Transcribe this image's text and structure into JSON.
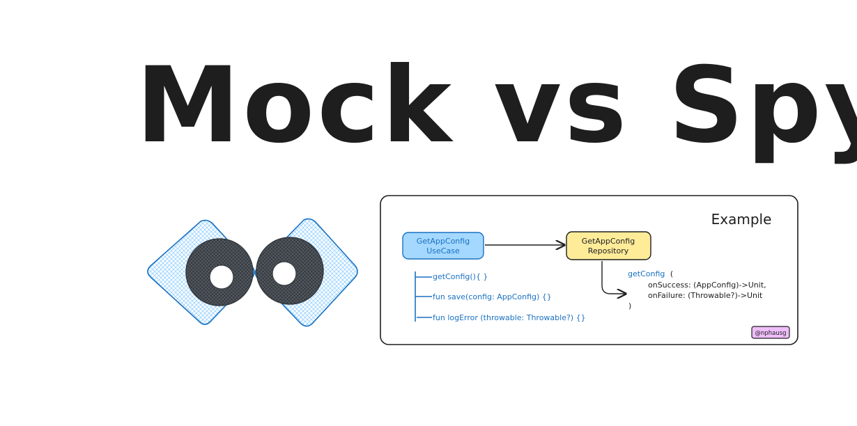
{
  "title": "Mock vs Spy",
  "example": {
    "heading": "Example",
    "usecase": {
      "line1": "GetAppConfig",
      "line2": "UseCase"
    },
    "repository": {
      "line1": "GetAppConfig",
      "line2": "Repository"
    },
    "usecase_methods": [
      "getConfig(){ }",
      "fun save(config: AppConfig) {}",
      "fun logError (throwable: Throwable?) {}"
    ],
    "repo_signature": {
      "name": "getConfig",
      "open": "(",
      "on_success": "onSuccess: (AppConfig)->Unit,",
      "on_failure": "onFailure: (Throwable?)->Unit",
      "close": ")"
    },
    "author_tag": "@nphausg"
  },
  "colors": {
    "ink": "#1e1e1e",
    "blue_text": "#1971c2",
    "usecase_fill": "#a5d8ff",
    "repository_fill": "#ffec99",
    "tag_fill": "#eebefa",
    "eye_fill": "#a5d8ff",
    "pupil": "#343a40"
  },
  "icons": [
    "left-eye-icon",
    "right-eye-icon"
  ]
}
